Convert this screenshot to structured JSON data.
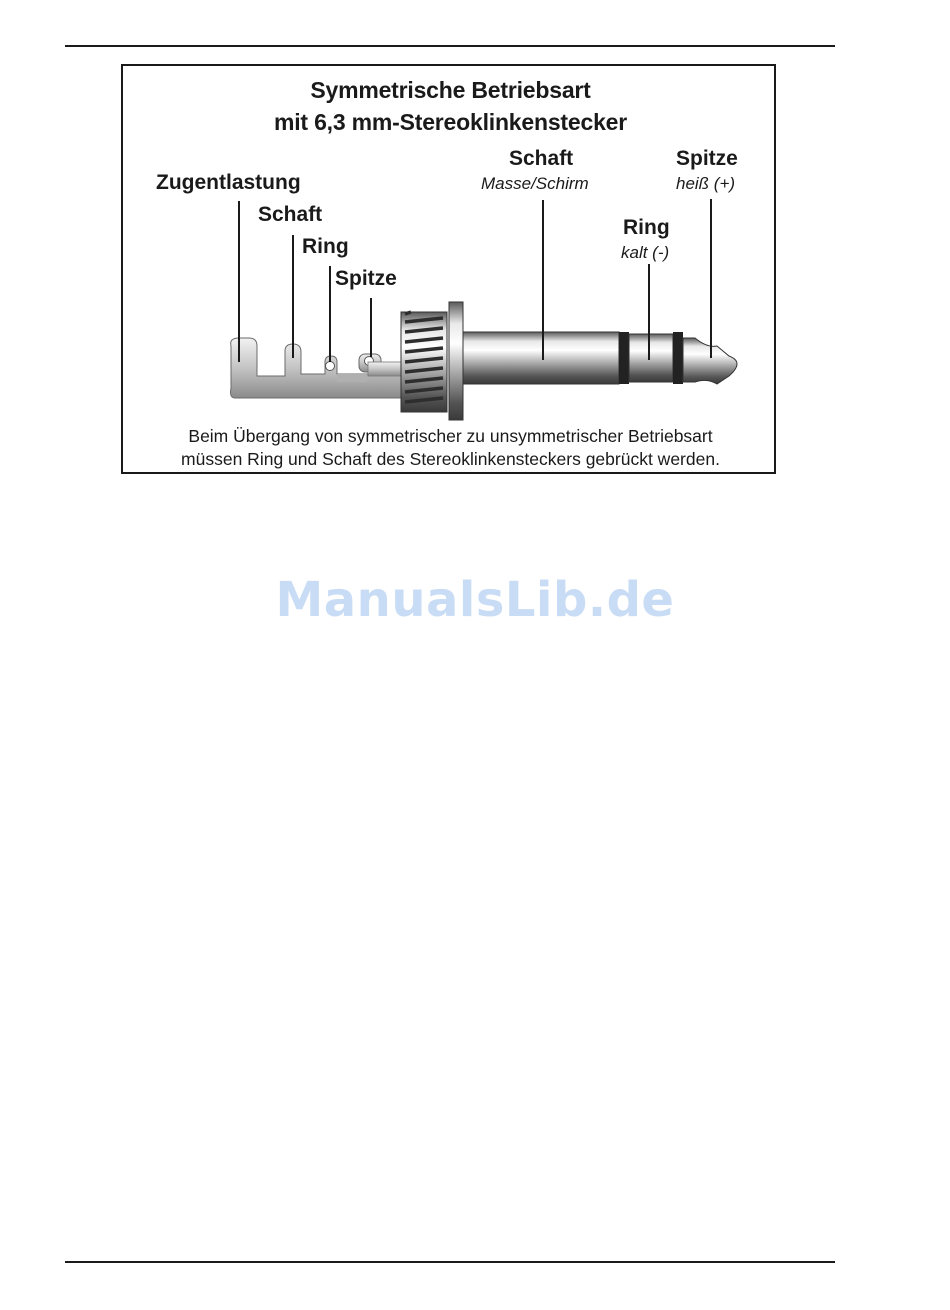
{
  "figure": {
    "title_line1": "Symmetrische Betriebsart",
    "title_line2": "mit 6,3 mm-Stereoklinkenstecker",
    "labels": {
      "zugentlastung": "Zugentlastung",
      "schaft_left": "Schaft",
      "ring_left": "Ring",
      "spitze_left": "Spitze",
      "schaft_right": "Schaft",
      "schaft_right_sub": "Masse/Schirm",
      "ring_right": "Ring",
      "ring_right_sub": "kalt (-)",
      "spitze_right": "Spitze",
      "spitze_right_sub": "heiß (+)"
    },
    "caption_line1": "Beim Übergang von symmetrischer zu unsymmetrischer Betriebsart",
    "caption_line2": "müssen Ring und Schaft des Stereoklinkensteckers gebrückt werden."
  },
  "watermark": "ManualsLib.de"
}
